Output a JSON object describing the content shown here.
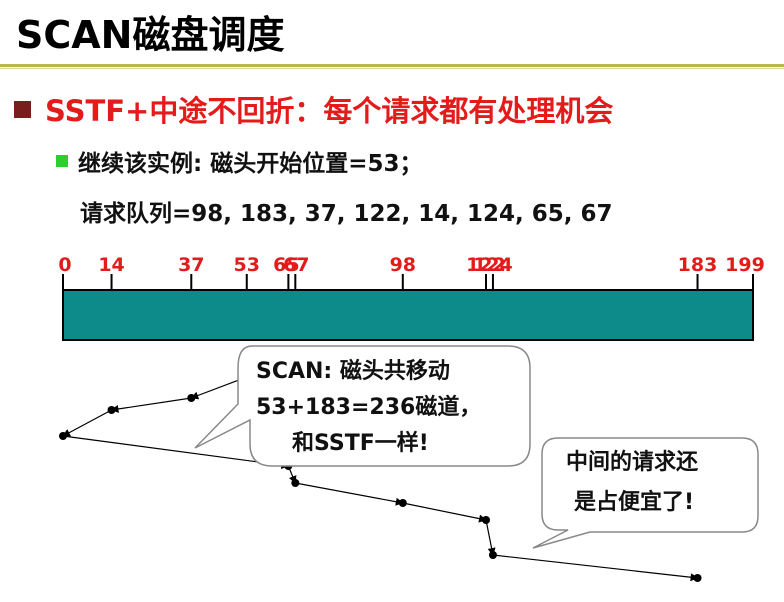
{
  "slide": {
    "title": "SCAN磁盘调度",
    "bullet1": "SSTF+中途不回折：每个请求都有处理机会",
    "bullet2": "继续该实例: 磁头开始位置=53；",
    "queue_line": "请求队列=98, 183, 37, 122, 14, 124, 65, 67"
  },
  "track_axis": {
    "min": 0,
    "max": 199,
    "ticks": [
      0,
      14,
      37,
      53,
      65,
      67,
      98,
      122,
      124,
      183,
      199
    ],
    "tick_labels": [
      "0",
      "14",
      "37",
      "53",
      "65",
      "67",
      "98",
      "122",
      "124",
      "183",
      "199"
    ],
    "label_color": "#e31b1b",
    "bar_color": "#0d8a8a"
  },
  "head_path": {
    "sequence": [
      53,
      37,
      14,
      0,
      65,
      67,
      98,
      122,
      124,
      183
    ]
  },
  "callout_scan": {
    "line1": "SCAN: 磁头共移动",
    "line2": "53+183=236磁道，",
    "line3": "和SSTF一样!"
  },
  "callout_middle": {
    "line1": "中间的请求还",
    "line2": "是占便宜了!"
  },
  "colors": {
    "title_rule": "#b9b84a",
    "bullet1_text": "#e31b1b",
    "bullet1_marker": "#7a1d1d",
    "bullet2_marker": "#2bd12b"
  }
}
